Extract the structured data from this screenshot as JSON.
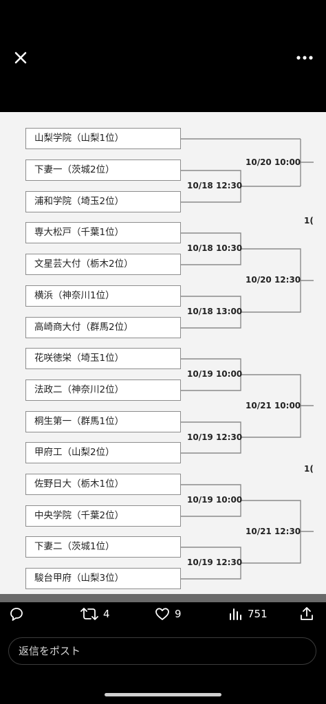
{
  "viewer": {
    "close_icon": "close-icon",
    "more_icon": "more-horizontal-icon"
  },
  "bracket": {
    "teams": [
      "山梨学院（山梨1位）",
      "下妻一（茨城2位）",
      "浦和学院（埼玉2位）",
      "専大松戸（千葉1位）",
      "文星芸大付（栃木2位）",
      "横浜（神奈川1位）",
      "高崎商大付（群馬2位）",
      "花咲徳栄（埼玉1位）",
      "法政二（神奈川2位）",
      "桐生第一（群馬1位）",
      "甲府工（山梨2位）",
      "佐野日大（栃木1位）",
      "中央学院（千葉2位）",
      "下妻二（茨城1位）",
      "駿台甲府（山梨3位）"
    ],
    "first_round_times": [
      "10/18 12:30",
      "10/18 10:30",
      "10/18 13:00",
      "10/19 10:00",
      "10/19 12:30",
      "10/19 10:00",
      "10/19 12:30"
    ],
    "second_round_times": [
      "10/20 10:00",
      "10/20 12:30",
      "10/21 10:00",
      "10/21 12:30"
    ],
    "cut_labels": [
      "1(",
      "1("
    ]
  },
  "actions": {
    "reply": {
      "icon": "reply-icon"
    },
    "repost": {
      "icon": "repost-icon",
      "count": "4"
    },
    "like": {
      "icon": "heart-icon",
      "count": "9"
    },
    "views": {
      "icon": "views-chart-icon",
      "count": "751"
    },
    "share": {
      "icon": "share-icon"
    }
  },
  "reply_box": {
    "placeholder": "返信をポスト"
  }
}
